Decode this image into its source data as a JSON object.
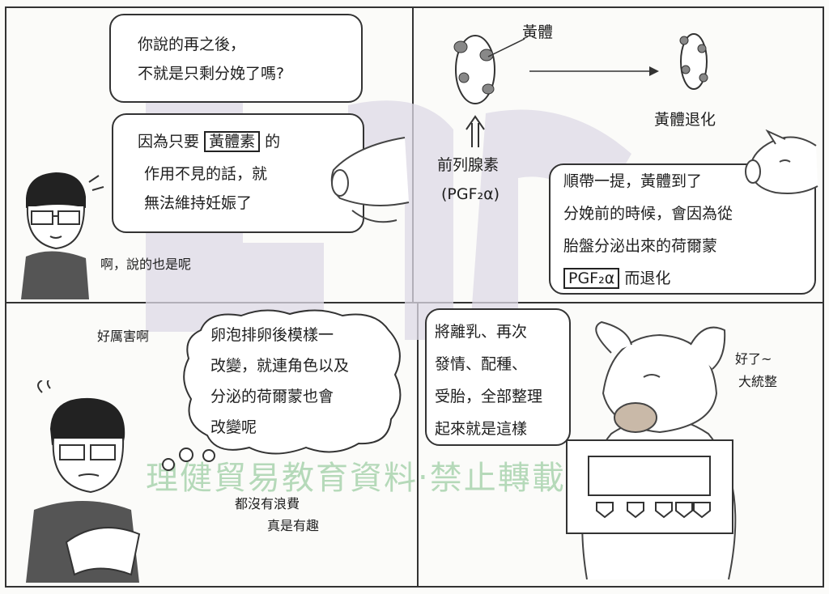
{
  "panel1": {
    "bubble_top": [
      "你說的再之後，",
      "不就是只剩分娩了嗎?"
    ],
    "bubble_bottom": {
      "line1_prefix": "因為只要",
      "line1_boxed": "黃體素",
      "line1_suffix": "的",
      "line2": "作用不見的話，就",
      "line3": "無法維持妊娠了"
    },
    "reply": "啊，說的也是呢"
  },
  "panel2": {
    "label_corpus": "黃體",
    "label_regress": "黃體退化",
    "label_hormone": "前列腺素",
    "label_pgf": "(PGF₂α)",
    "bubble": {
      "line1": "順帶一提，黃體到了",
      "line2": "分娩前的時候，會因為從",
      "line3": "胎盤分泌出來的荷爾蒙",
      "line4_boxed": "PGF₂α",
      "line4_suffix": "而退化"
    }
  },
  "panel3": {
    "exclaim": "好厲害啊",
    "thought": [
      "卵泡排卵後模樣一",
      "改變，就連角色以及",
      "分泌的荷爾蒙也會",
      "改變呢"
    ],
    "note1": "都沒有浪費",
    "note2": "真是有趣"
  },
  "panel4": {
    "bubble": [
      "將離乳、再次",
      "發情、配種、",
      "受胎，全部整理",
      "起來就是這樣"
    ],
    "pig_line1": "好了~",
    "pig_line2": "大統整"
  },
  "watermark": "理健貿易教育資料‧禁止轉載"
}
